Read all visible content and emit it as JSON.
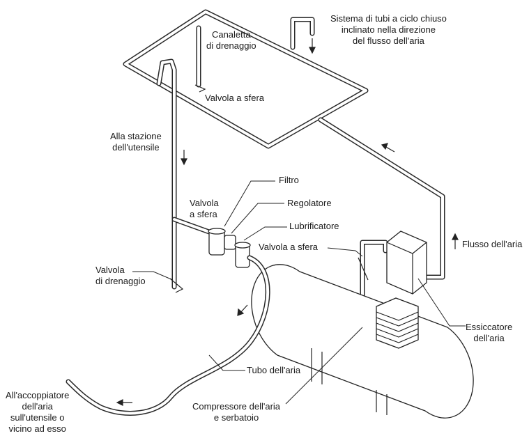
{
  "labels": {
    "sistema": [
      "Sistema di tubi a ciclo chiuso",
      "inclinato nella direzione",
      "del flusso dell'aria"
    ],
    "canaletta": [
      "Canaletta",
      "di drenaggio"
    ],
    "valvola_sfera_top": "Valvola a sfera",
    "stazione": [
      "Alla stazione",
      "dell'utensile"
    ],
    "filtro": "Filtro",
    "regolatore": "Regolatore",
    "lubrificatore": "Lubrificatore",
    "valvola_sfera_left": [
      "Valvola",
      "a sfera"
    ],
    "valvola_sfera_right": "Valvola a sfera",
    "flusso": "Flusso dell'aria",
    "valvola_drenaggio": [
      "Valvola",
      "di drenaggio"
    ],
    "essiccatore": [
      "Essiccatore",
      "dell'aria"
    ],
    "tubo": "Tubo dell'aria",
    "accoppiatore": [
      "All'accoppiatore",
      "dell'aria",
      "sull'utensile o",
      "vicino ad esso"
    ],
    "compressore": [
      "Compressore dell'aria",
      "e serbatoio"
    ]
  }
}
